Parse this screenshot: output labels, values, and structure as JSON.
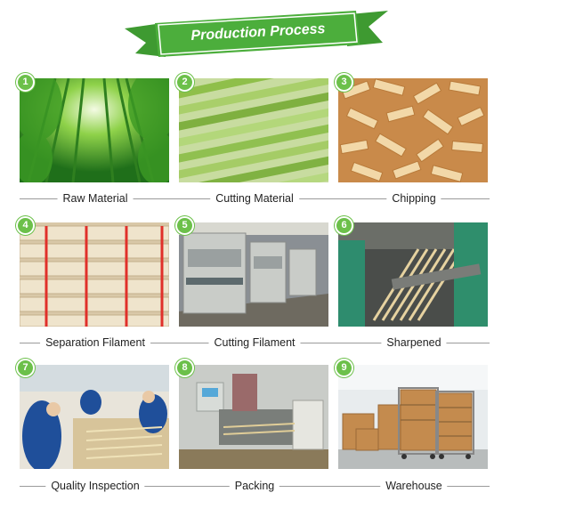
{
  "banner": {
    "title": "Production Process",
    "color": "#4cae3c"
  },
  "steps": [
    {
      "number": "1",
      "label": "Raw Material"
    },
    {
      "number": "2",
      "label": "Cutting Material"
    },
    {
      "number": "3",
      "label": "Chipping"
    },
    {
      "number": "4",
      "label": "Separation Filament"
    },
    {
      "number": "5",
      "label": "Cutting Filament"
    },
    {
      "number": "6",
      "label": "Sharpened"
    },
    {
      "number": "7",
      "label": "Quality Inspection"
    },
    {
      "number": "8",
      "label": "Packing"
    },
    {
      "number": "9",
      "label": "Warehouse"
    }
  ],
  "colors": {
    "badge": "#6cc04a",
    "rule": "#9a9a9a",
    "text": "#222222"
  }
}
